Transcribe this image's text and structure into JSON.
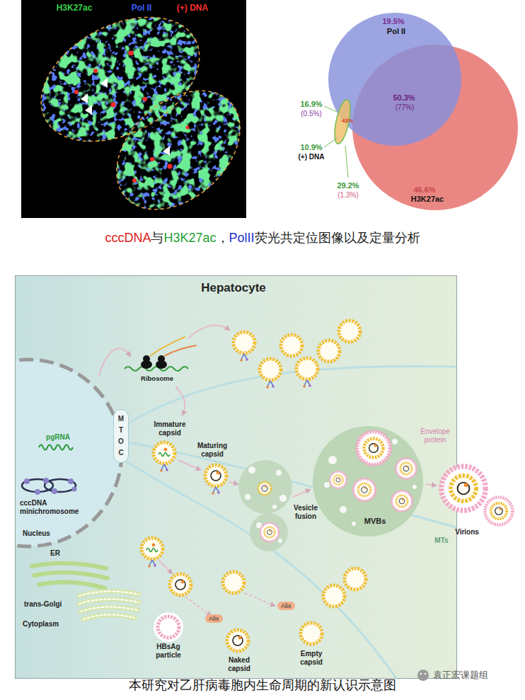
{
  "diagram": {
    "caption": "本研究对乙肝病毒胞内生命周期的新认识示意图",
    "nodes": [
      {
        "text": [
          "H3K27ac",
          "Pol II",
          "(+) DNA"
        ]
      },
      {
        "text": [
          "19.5%",
          "Pol II"
        ]
      },
      {
        "text": [
          "46.6%",
          "H3K27ac"
        ]
      },
      {
        "text": [
          "Hepatocyte"
        ]
      },
      {
        "text": [
          "Nucleus"
        ],
        "in": 3
      },
      {
        "text": [
          "MTOC"
        ],
        "in": 3
      },
      {
        "text": [
          "MVBs"
        ],
        "in": 3
      },
      {
        "text": [
          "Alix"
        ],
        "in": 3
      },
      {
        "text": [
          "Alix"
        ],
        "in": 3
      }
    ],
    "labels": [
      "16.9%",
      "(0.5%)",
      "50.3%",
      "(77%)",
      "43%",
      "10.9%",
      "(+) DNA",
      "29.2%",
      "(1.3%)",
      "cccDNA",
      "与",
      "H3K27ac",
      "，",
      "PolII",
      "荧光共定位图像以及定量分析",
      "Ribosome",
      "pgRNA",
      "cccDNA minichromosome",
      "Immature capsid",
      "Maturing capsid",
      "Vesicle fusion",
      "Envelope protein",
      "Virions",
      "MTs",
      "ER",
      "trans-Golgi",
      "Cytoplasm",
      "HBsAg particle",
      "Naked capsid",
      "Empty capsid",
      "袁正宏课题组"
    ]
  }
}
